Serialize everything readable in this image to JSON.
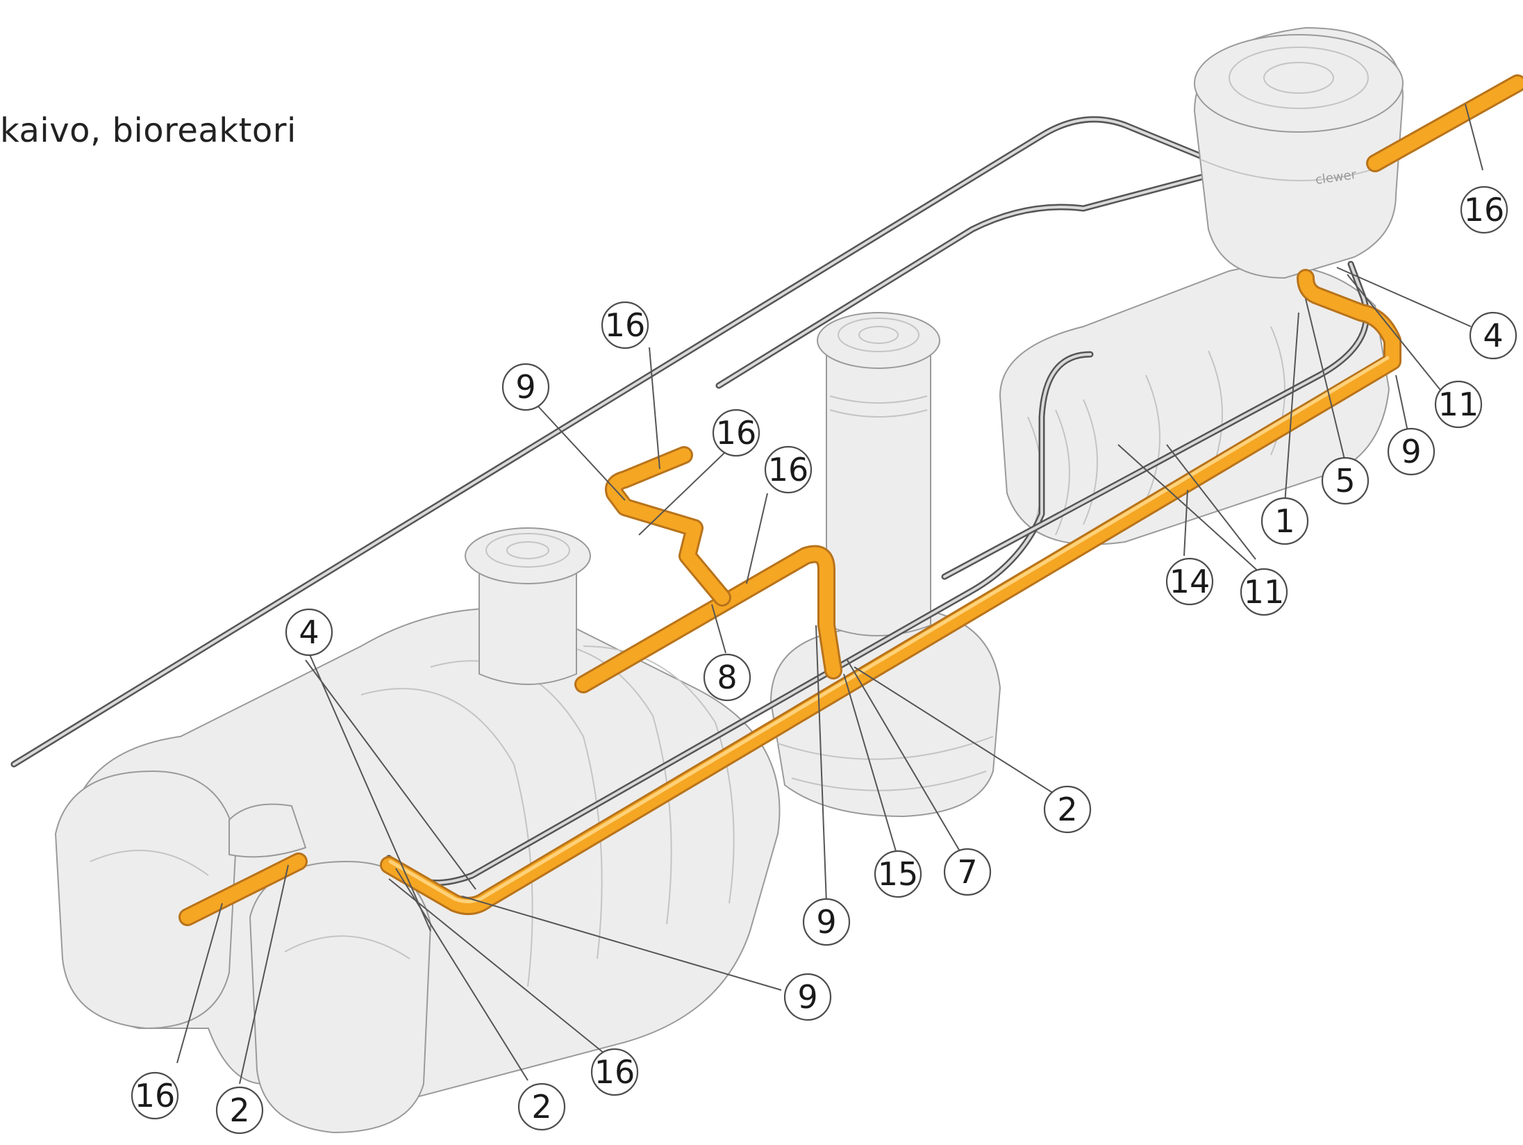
{
  "caption": "kaivo, bioreaktori",
  "brand_label": "clewer",
  "colors": {
    "pipe": "#f5a623",
    "pipe_edge": "#b8731b",
    "tank": "#ededed",
    "hose": "#555555"
  },
  "callouts": [
    {
      "id": "c1",
      "label": "16"
    },
    {
      "id": "c2",
      "label": "9"
    },
    {
      "id": "c3",
      "label": "16"
    },
    {
      "id": "c4",
      "label": "16"
    },
    {
      "id": "c5",
      "label": "8"
    },
    {
      "id": "c6",
      "label": "4"
    },
    {
      "id": "c7",
      "label": "16"
    },
    {
      "id": "c8",
      "label": "4"
    },
    {
      "id": "c9",
      "label": "11"
    },
    {
      "id": "c10",
      "label": "9"
    },
    {
      "id": "c11",
      "label": "5"
    },
    {
      "id": "c12",
      "label": "1"
    },
    {
      "id": "c13",
      "label": "14"
    },
    {
      "id": "c14",
      "label": "11"
    },
    {
      "id": "c15",
      "label": "2"
    },
    {
      "id": "c16",
      "label": "15"
    },
    {
      "id": "c17",
      "label": "7"
    },
    {
      "id": "c18",
      "label": "9"
    },
    {
      "id": "c19",
      "label": "9"
    },
    {
      "id": "c20",
      "label": "16"
    },
    {
      "id": "c21",
      "label": "16"
    },
    {
      "id": "c22",
      "label": "2"
    },
    {
      "id": "c23",
      "label": "2"
    }
  ]
}
